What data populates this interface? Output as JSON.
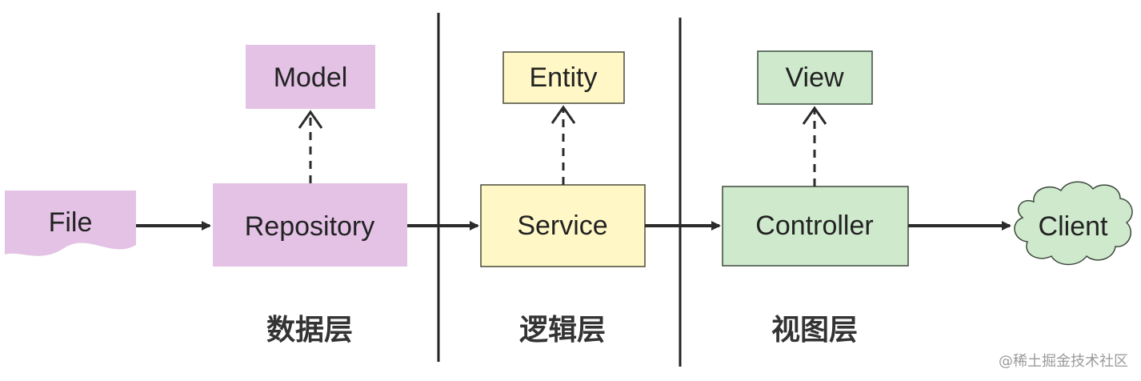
{
  "colors": {
    "data_layer": "#e4c2e6",
    "logic_layer": "#fff8c6",
    "view_layer": "#cfe9cd",
    "stroke_logic": "#4a4a3a",
    "stroke_view": "#3d4a3d",
    "line": "#2b2b2b"
  },
  "nodes": {
    "file": "File",
    "repository": "Repository",
    "model": "Model",
    "service": "Service",
    "entity": "Entity",
    "controller": "Controller",
    "view": "View",
    "client": "Client"
  },
  "layers": {
    "data": "数据层",
    "logic": "逻辑层",
    "view": "视图层"
  },
  "watermark": "@稀土掘金技术社区"
}
